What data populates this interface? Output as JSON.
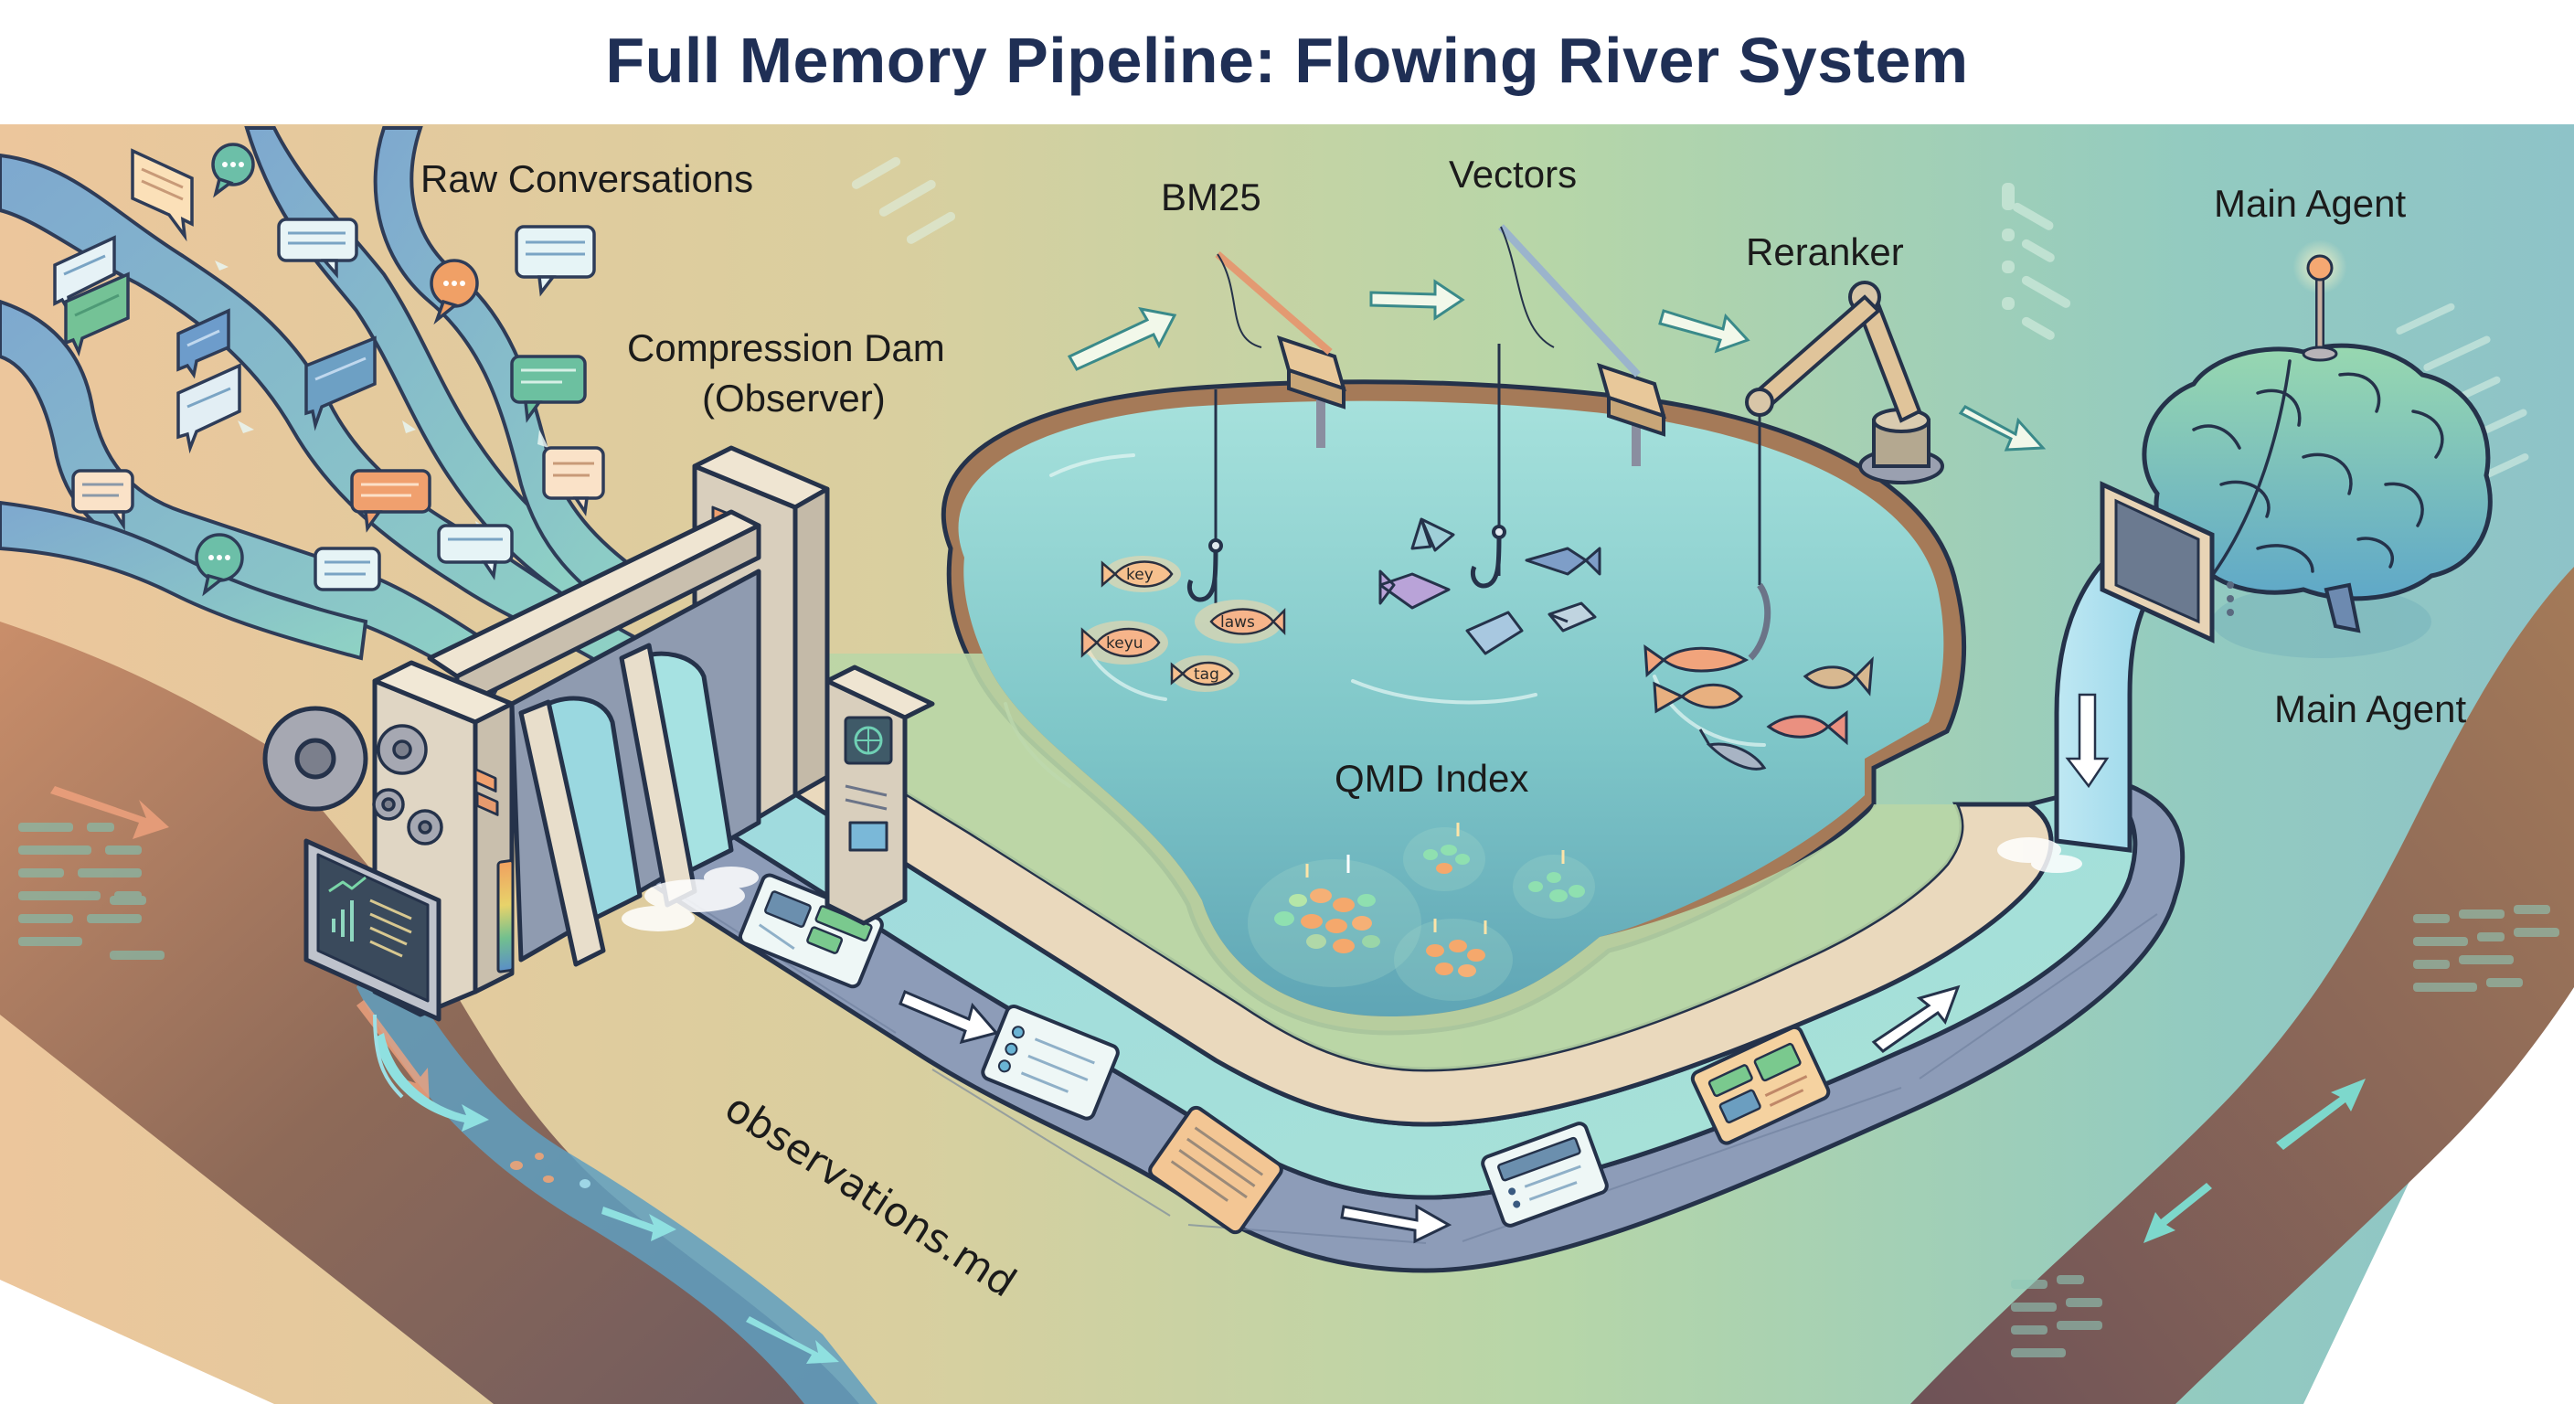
{
  "title": "Full Memory Pipeline: Flowing River System",
  "labels": {
    "raw_conversations": "Raw Conversations",
    "compression_dam_line1": "Compression Dam",
    "compression_dam_line2": "(Observer)",
    "bm25": "BM25",
    "vectors": "Vectors",
    "reranker": "Reranker",
    "main_agent_top": "Main Agent",
    "main_agent_side": "Main Agent",
    "qmd_index": "QMD Index",
    "observations_file": "observations.md"
  },
  "keyword_fish": [
    "key",
    "keyu",
    "laws",
    "tag"
  ],
  "stages": [
    {
      "id": "raw-conversations",
      "name": "Raw Conversations",
      "icon": "chat-bubble-icon"
    },
    {
      "id": "compression-dam",
      "name": "Compression Dam (Observer)",
      "icon": "dam-icon"
    },
    {
      "id": "observations",
      "name": "observations.md",
      "icon": "document-card-icon"
    },
    {
      "id": "qmd-index",
      "name": "QMD Index",
      "icon": "pond-icon"
    },
    {
      "id": "bm25",
      "name": "BM25",
      "icon": "fishing-rod-icon"
    },
    {
      "id": "vectors",
      "name": "Vectors",
      "icon": "fishing-rod-icon"
    },
    {
      "id": "reranker",
      "name": "Reranker",
      "icon": "robotic-arm-icon"
    },
    {
      "id": "main-agent",
      "name": "Main Agent",
      "icon": "brain-icon"
    }
  ],
  "colors": {
    "title": "#1f2f55",
    "outline": "#25324a",
    "water": "#8fd3d6",
    "pond": "#7cc4c8",
    "sand": "#e8c9a0",
    "grass": "#b9d6a6",
    "earth": "#8a6450",
    "dam": "#e6dccb",
    "accent_orange": "#f0a070",
    "accent_green": "#6cc39a",
    "brain": "#7fc9b4"
  }
}
